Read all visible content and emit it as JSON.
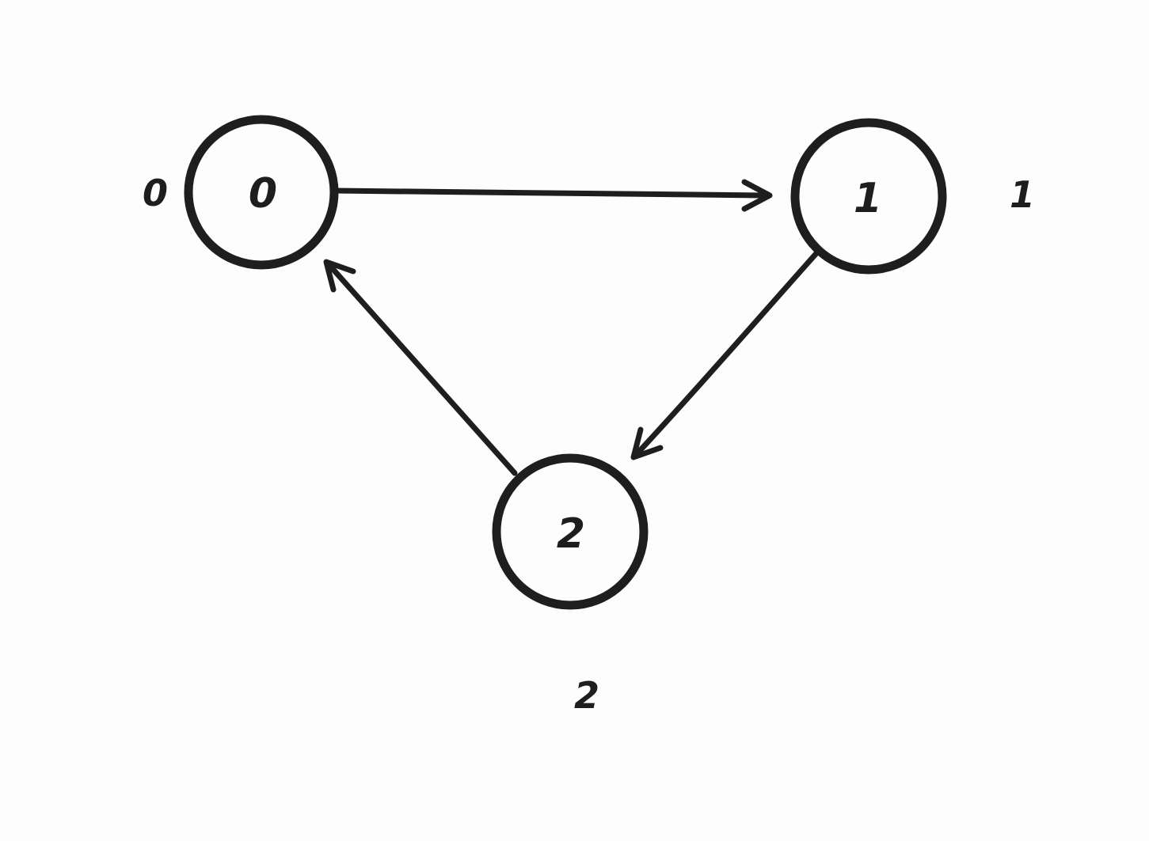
{
  "canvas": {
    "background_color": "#fdfdfd",
    "stroke_color": "#1e1e1e"
  },
  "graph": {
    "type": "directed-graph",
    "nodes": [
      {
        "id": "0",
        "label": "0",
        "outer_label": "0"
      },
      {
        "id": "1",
        "label": "1",
        "outer_label": "1"
      },
      {
        "id": "2",
        "label": "2",
        "outer_label": "2"
      }
    ],
    "edges": [
      {
        "from": "0",
        "to": "1",
        "directed": true
      },
      {
        "from": "1",
        "to": "2",
        "directed": true
      },
      {
        "from": "2",
        "to": "0",
        "directed": true
      }
    ]
  }
}
